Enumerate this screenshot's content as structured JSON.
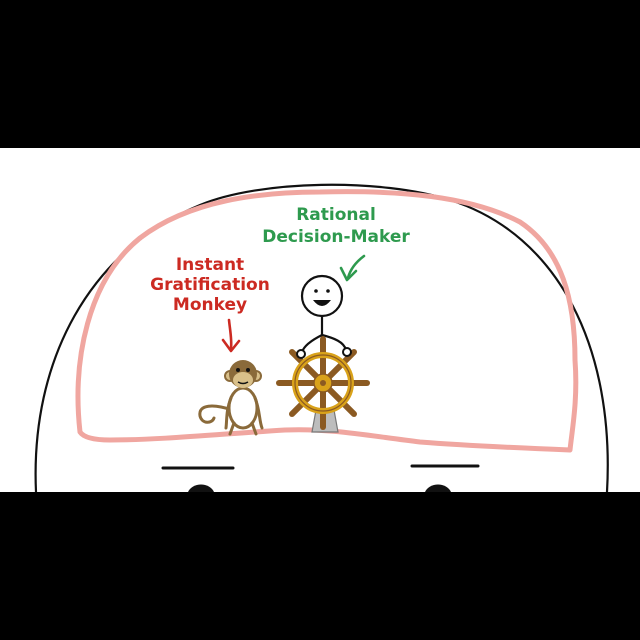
{
  "labels": {
    "rational": {
      "line1": "Rational",
      "line2": "Decision-Maker",
      "color": "#2e9a4e"
    },
    "monkey": {
      "line1": "Instant",
      "line2": "Gratification",
      "line3": "Monkey",
      "color": "#cc2a22"
    }
  },
  "colors": {
    "background": "#000000",
    "panel": "#ffffff",
    "head_outline": "#111111",
    "brain_outline": "#f0a6a0",
    "monkey_fur": "#8a6a3a",
    "monkey_face": "#d9c08a",
    "wheel_wood": "#8b5a22",
    "wheel_gold": "#d9a21a"
  },
  "icons": {
    "character": "stick-figure-icon",
    "wheel": "ship-wheel-icon",
    "animal": "monkey-icon"
  }
}
